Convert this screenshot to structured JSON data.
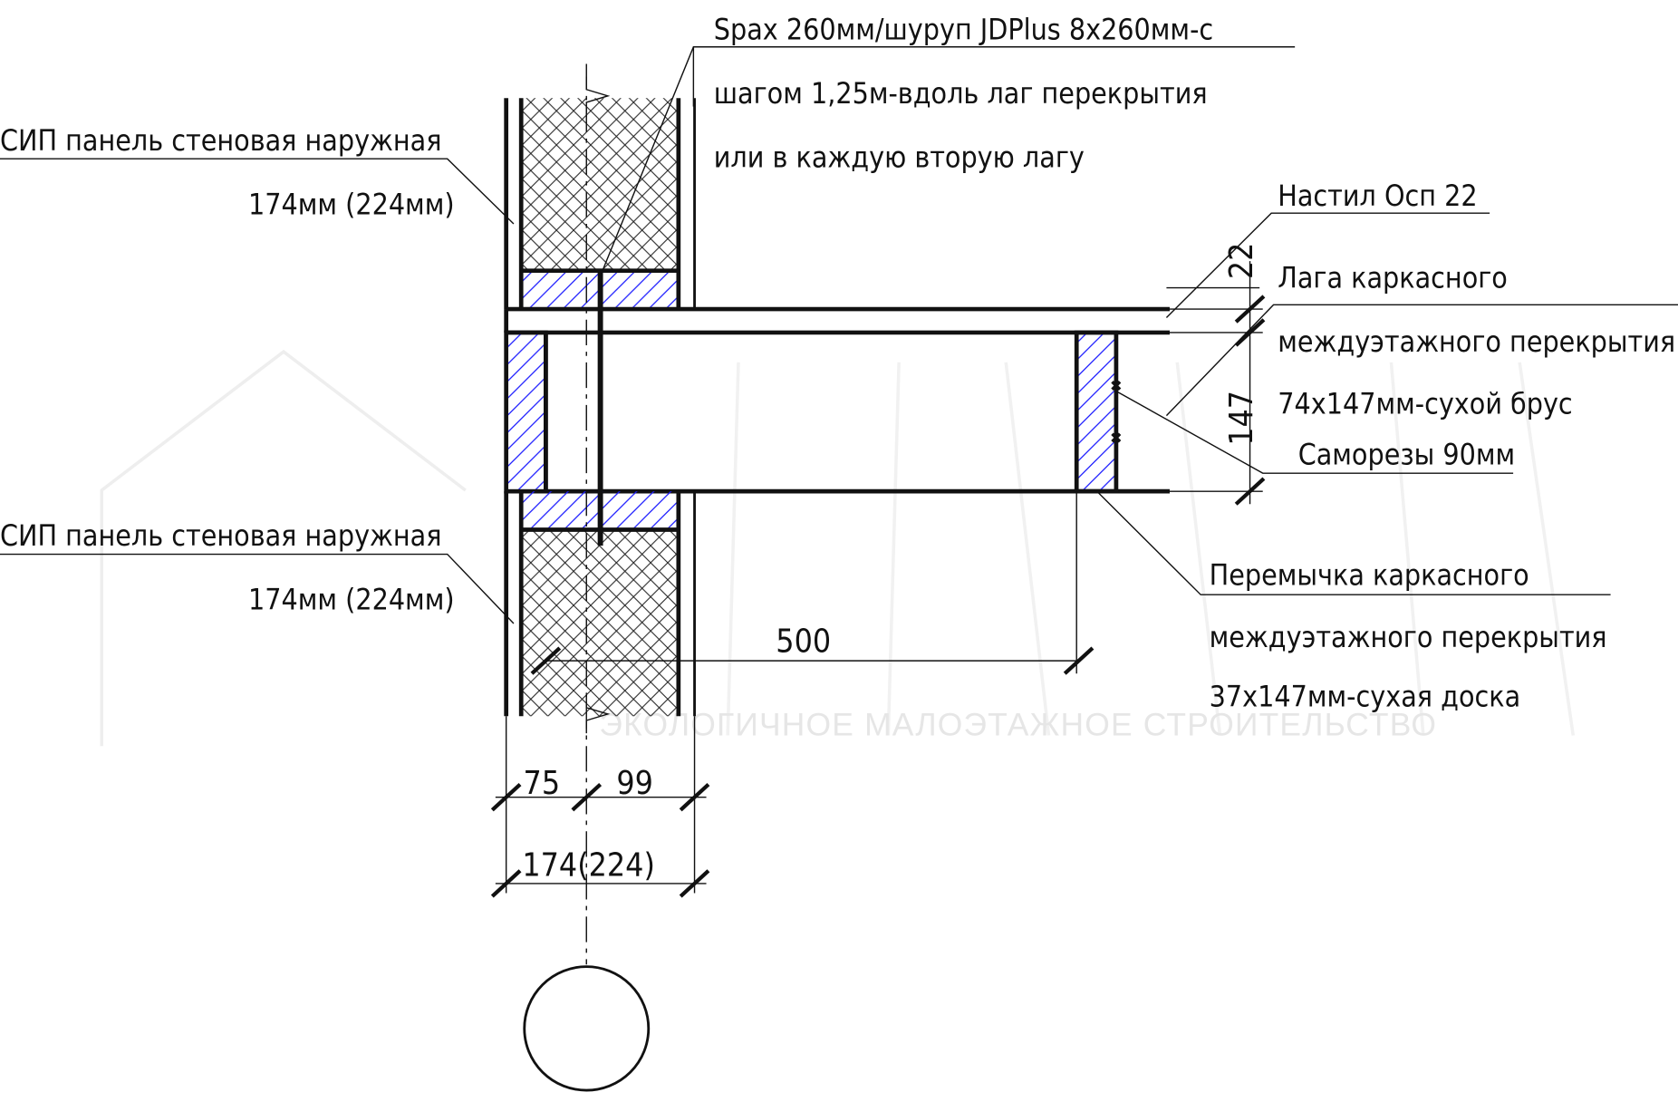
{
  "labels": {
    "sip_top_line1": "СИП панель стеновая наружная",
    "sip_top_line2": "174мм (224мм)",
    "sip_bottom_line1": "СИП панель стеновая наружная",
    "sip_bottom_line2": "174мм (224мм)",
    "spax_line1": "Spax 260мм/шуруп JDPlus 8х260мм-с",
    "spax_line2": "шагом 1,25м-вдоль лаг перекрытия",
    "spax_line3": "или в каждую вторую лагу",
    "osb": "Настил Осп 22",
    "joist_line1": "Лага каркасного",
    "joist_line2": "междуэтажного перекрытия",
    "joist_line3": "74х147мм-сухой брус",
    "joist_line4": "Саморезы 90мм",
    "rim_line1": "Перемычка каркасного",
    "rim_line2": "междуэтажного перекрытия",
    "rim_line3": "37х147мм-сухая доска"
  },
  "dimensions": {
    "osb_thickness": "22",
    "joist_height": "147",
    "joist_spacing": "500",
    "wall_outer": "75",
    "wall_inner": "99",
    "wall_total": "174(224)"
  },
  "watermark": {
    "text": "ЭКОЛОГИЧНОЕ МАЛОЭТАЖНОЕ СТРОИТЕЛЬСТВО"
  },
  "colors": {
    "hatch_blue": "#1a1aff",
    "line": "#111111",
    "watermark": "#e6e6e6"
  }
}
